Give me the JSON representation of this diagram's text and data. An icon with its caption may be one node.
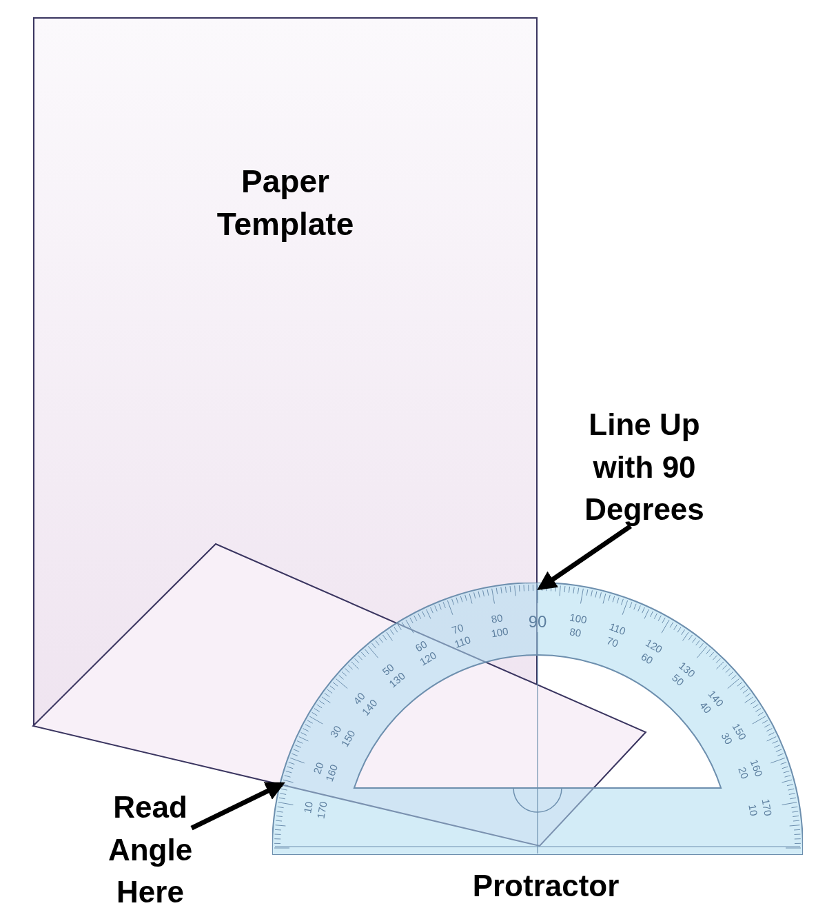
{
  "diagram": {
    "nodes": [
      {
        "text": [
          "Paper Template"
        ]
      },
      {
        "text": [],
        "shape": "picture",
        "beside": [
          "Protractor"
        ]
      },
      {
        "text": [
          "Line Up with 90 Degrees"
        ]
      },
      {
        "text": [
          "Read Angle Here"
        ]
      }
    ],
    "edges": [
      {
        "from": 2,
        "to": 1,
        "arrow": "to"
      },
      {
        "from": 3,
        "to": 1,
        "arrow": "to"
      }
    ],
    "labels": [
      "10",
      "170",
      "20",
      "160",
      "30",
      "150",
      "40",
      "140",
      "50",
      "130",
      "60",
      "120",
      "70",
      "110",
      "80",
      "100",
      "90",
      "100",
      "80",
      "110",
      "70",
      "120",
      "60",
      "130",
      "50",
      "140",
      "40",
      "150",
      "30",
      "160",
      "20",
      "170",
      "10"
    ]
  }
}
